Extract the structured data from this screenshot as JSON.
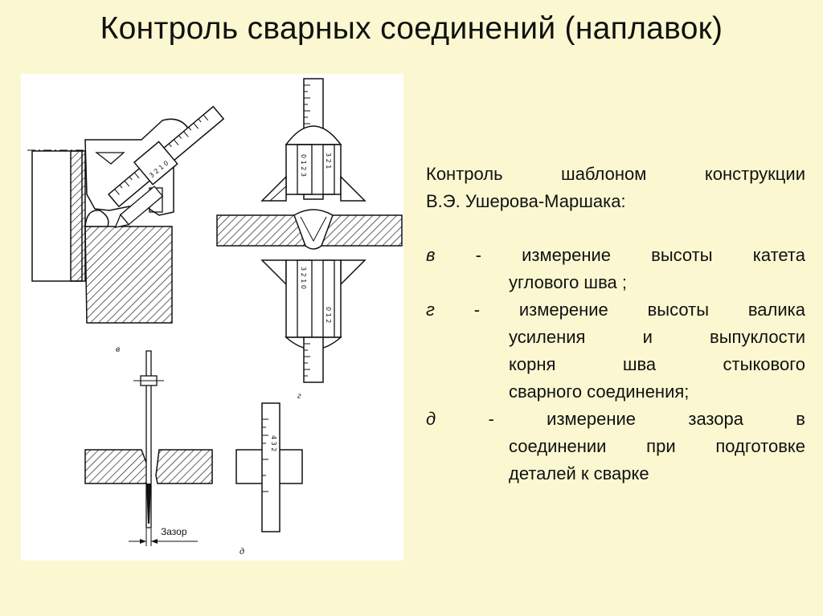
{
  "title": "Контроль сварных соединений (наплавок)",
  "figure": {
    "labels": {
      "v": "в",
      "g": "г",
      "d": "д",
      "gap": "Зазор"
    },
    "scale_digits": {
      "incline": "3 2 1 0",
      "top": "0 1 2 3",
      "top_lower": "3 2 1",
      "bottom_upper": "3 2 1 0",
      "bottom_lower": "0 1 2",
      "d_scale": "4 3 2"
    }
  },
  "text": {
    "intro_line1": "Контроль шаблоном конструкции",
    "intro_line2": "В.Э. Ушерова-Маршака:",
    "items": [
      {
        "letter": "в",
        "lead": "- измерение высоты катета",
        "rest": [
          "углового шва ;"
        ]
      },
      {
        "letter": "г",
        "lead": "- измерение высоты валика",
        "rest": [
          "усиления и выпуклости",
          "корня шва стыкового",
          "сварного соединения;"
        ]
      },
      {
        "letter": "д",
        "lead": "- измерение зазора в",
        "rest": [
          "соединении при подготовке",
          "деталей к сварке"
        ]
      }
    ]
  },
  "colors": {
    "background": "#fbf8d1",
    "figure_background": "#ffffff",
    "ink": "#111111"
  }
}
